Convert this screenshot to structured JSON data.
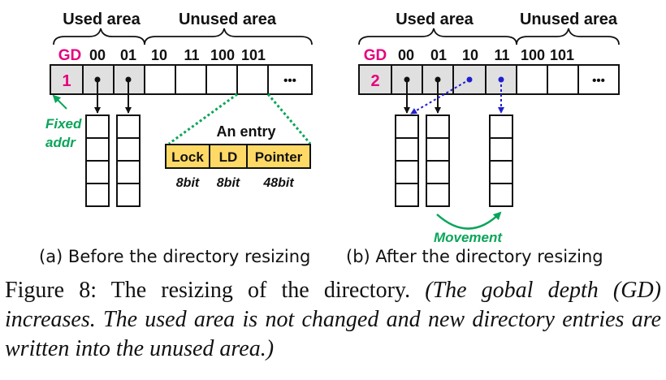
{
  "left_panel": {
    "used_label": "Used area",
    "unused_label": "Unused area",
    "gd_label": "GD",
    "gd_value": "1",
    "indices": [
      "00",
      "01",
      "10",
      "11",
      "100",
      "101"
    ],
    "ellipsis": "•••",
    "fixed_addr_line1": "Fixed",
    "fixed_addr_line2": "addr",
    "entry_title": "An entry",
    "entry_fields": [
      "Lock",
      "LD",
      "Pointer"
    ],
    "entry_sizes": [
      "8bit",
      "8bit",
      "48bit"
    ],
    "caption": "(a) Before the directory resizing"
  },
  "right_panel": {
    "used_label": "Used area",
    "unused_label": "Unused area",
    "gd_label": "GD",
    "gd_value": "2",
    "indices": [
      "00",
      "01",
      "10",
      "11",
      "100",
      "101"
    ],
    "ellipsis": "•••",
    "movement_label": "Movement",
    "caption": "(b) After the directory resizing"
  },
  "figure_caption": {
    "main": "Figure 8:  The resizing of the directory. ",
    "italic": "(The gobal depth (GD) increases. The used area is not changed and new directory entries are written into the unused area.)"
  },
  "colors": {
    "gd_pink": "#e6007e",
    "used_fill": "#e0e0e0",
    "green": "#0aa55a",
    "entry_fill": "#ffd966",
    "blue": "#1f1fd0",
    "black": "#111111"
  }
}
